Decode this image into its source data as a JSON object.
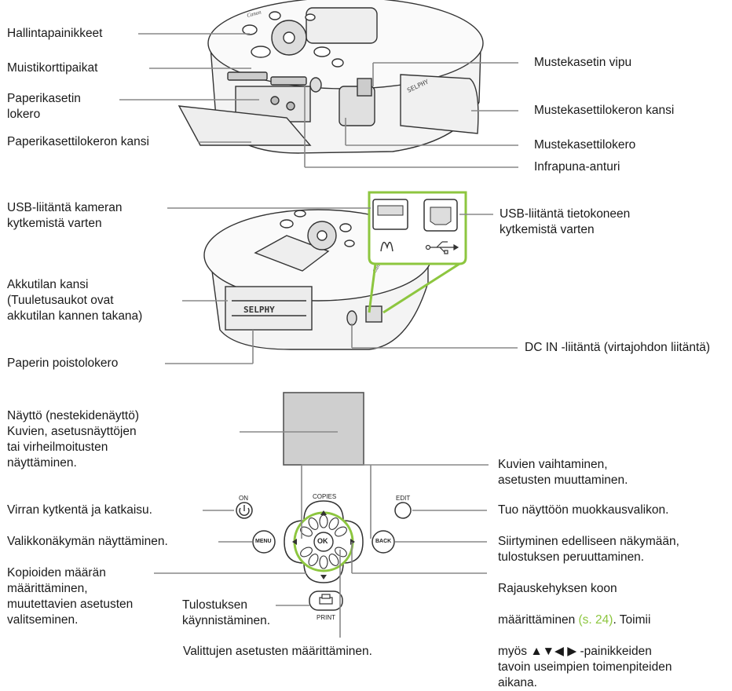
{
  "printer_top_labels": {
    "control_buttons": "Hallintapainikkeet",
    "memory_card_slots": "Muistikorttipaikat",
    "paper_cassette_compartment": "Paperikasetin\nlokero",
    "paper_cassette_cover": "Paperikasettilokeron kansi",
    "ink_cassette_lever": "Mustekasetin vipu",
    "ink_cassette_cover": "Mustekasettilokeron kansi",
    "ink_cassette_compartment": "Mustekasettilokero",
    "infrared_sensor": "Infrapuna-anturi"
  },
  "printer_rear_labels": {
    "usb_camera": "USB-liitäntä kameran\nkytkemistä varten",
    "usb_computer": "USB-liitäntä tietokoneen\nkytkemistä varten",
    "battery_cover": "Akkutilan kansi\n(Tuuletusaukot ovat\nakkutilan kannen takana)",
    "paper_output": "Paperin poistolokero",
    "dc_in": "DC IN -liitäntä (virtajohdon liitäntä)"
  },
  "control_panel_labels": {
    "screen": "Näyttö (nestekidenäyttö)\nKuvien, asetusnäyttöjen\ntai virheilmoitusten\nnäyttäminen.",
    "power": "Virran kytkentä ja katkaisu.",
    "menu": "Valikkonäkymän näyttäminen.",
    "copies": "Kopioiden määrän\nmäärittäminen,\nmuutettavien asetusten\nvalitseminen.",
    "print": "Tulostuksen\nkäynnistäminen.",
    "ok": "Valittujen asetusten määrittäminen.",
    "left_right": "Kuvien vaihtaminen,\nasetusten muuttaminen.",
    "edit": "Tuo näyttöön muokkausvalikon.",
    "back": "Siirtyminen edelliseen näkymään,\ntulostuksen peruuttaminen.",
    "crop_line1": "Rajauskehyksen koon",
    "crop_line2_pre": "määrittäminen ",
    "crop_ref": "(s. 24)",
    "crop_line2_post": ". Toimii",
    "crop_rest": "myös ▲▼◀ ▶ -painikkeiden\ntavoin useimpien toimenpiteiden\naikana."
  },
  "device_text": {
    "on": "ON",
    "copies": "COPIES",
    "edit": "EDIT",
    "menu": "MENU",
    "back": "BACK",
    "ok": "OK",
    "print": "PRINT",
    "selphy": "SELPHY",
    "canon": "Canon"
  },
  "colors": {
    "accent_green": "#8dc63f",
    "line_gray": "#888888",
    "screen_fill": "#cfcfcf"
  }
}
